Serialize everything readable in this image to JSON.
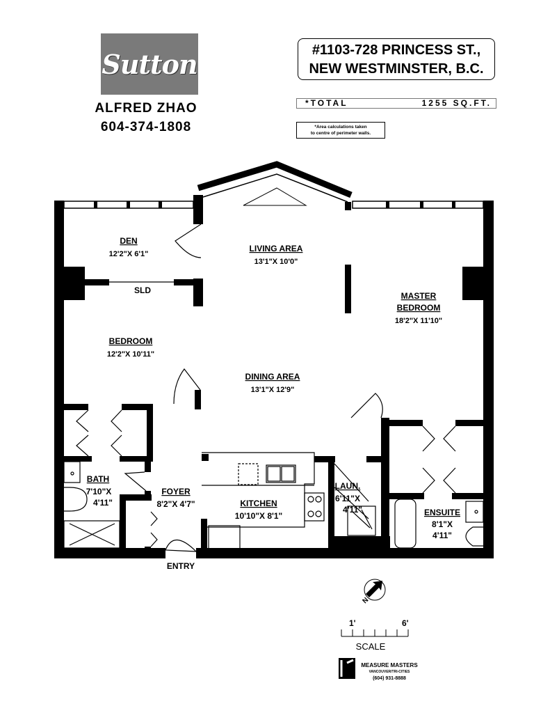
{
  "header": {
    "brand": "Sutton",
    "agent_name": "ALFRED ZHAO",
    "agent_phone": "604-374-1808",
    "address_line1": "#1103-728 PRINCESS ST.,",
    "address_line2": "NEW WESTMINSTER, B.C.",
    "total_label": "*TOTAL",
    "total_value": "1255 SQ.FT.",
    "note_line1": "*Area calculations taken",
    "note_line2": "to centre of perimeter walls."
  },
  "rooms": {
    "den": {
      "name": "DEN",
      "size": "12'2\"X 6'1\""
    },
    "sld": "SLD",
    "bedroom": {
      "name": "BEDROOM",
      "size": "12'2\"X 10'11\""
    },
    "living": {
      "name": "LIVING AREA",
      "size": "13'1\"X 10'0\""
    },
    "dining": {
      "name": "DINING AREA",
      "size": "13'1\"X 12'9\""
    },
    "master": {
      "name1": "MASTER",
      "name2": "BEDROOM",
      "size": "18'2\"X 11'10\""
    },
    "bath": {
      "name": "BATH",
      "size1": "7'10\"X",
      "size2": "4'11\""
    },
    "foyer": {
      "name": "FOYER",
      "size": "8'2\"X 4'7\""
    },
    "kitchen": {
      "name": "KITCHEN",
      "size": "10'10\"X 8'1\""
    },
    "laundry": {
      "name": "LAUN.",
      "size1": "6'11\"X",
      "size2": "4'11\""
    },
    "ensuite": {
      "name": "ENSUITE",
      "size1": "8'1\"X",
      "size2": "4'11\""
    },
    "entry": "ENTRY"
  },
  "legend": {
    "north": "N",
    "scale_min": "1'",
    "scale_max": "6'",
    "scale_label": "SCALE",
    "company": "MEASURE MASTERS",
    "company_sub": "VANCOUVER/TRI-CITIES",
    "company_phone": "(604) 931-8888"
  }
}
